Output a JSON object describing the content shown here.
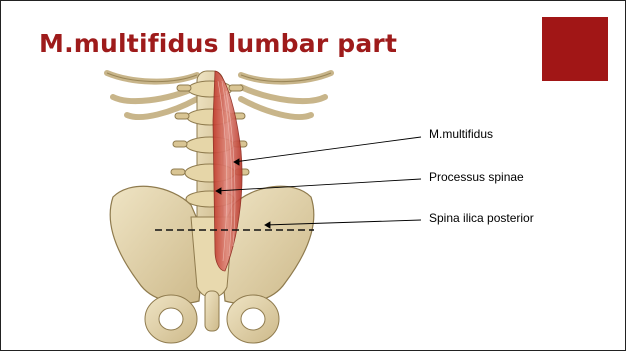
{
  "slide": {
    "title": "M.multifidus lumbar part",
    "accent_color": "#a11616",
    "title_color": "#9e1b1b"
  },
  "figure": {
    "subject": "lumbar-spine-and-pelvis-anatomy",
    "labels": [
      {
        "text": "M.multifidus"
      },
      {
        "text": "Processus spinae"
      },
      {
        "text": "Spina ilica posterior"
      }
    ]
  }
}
